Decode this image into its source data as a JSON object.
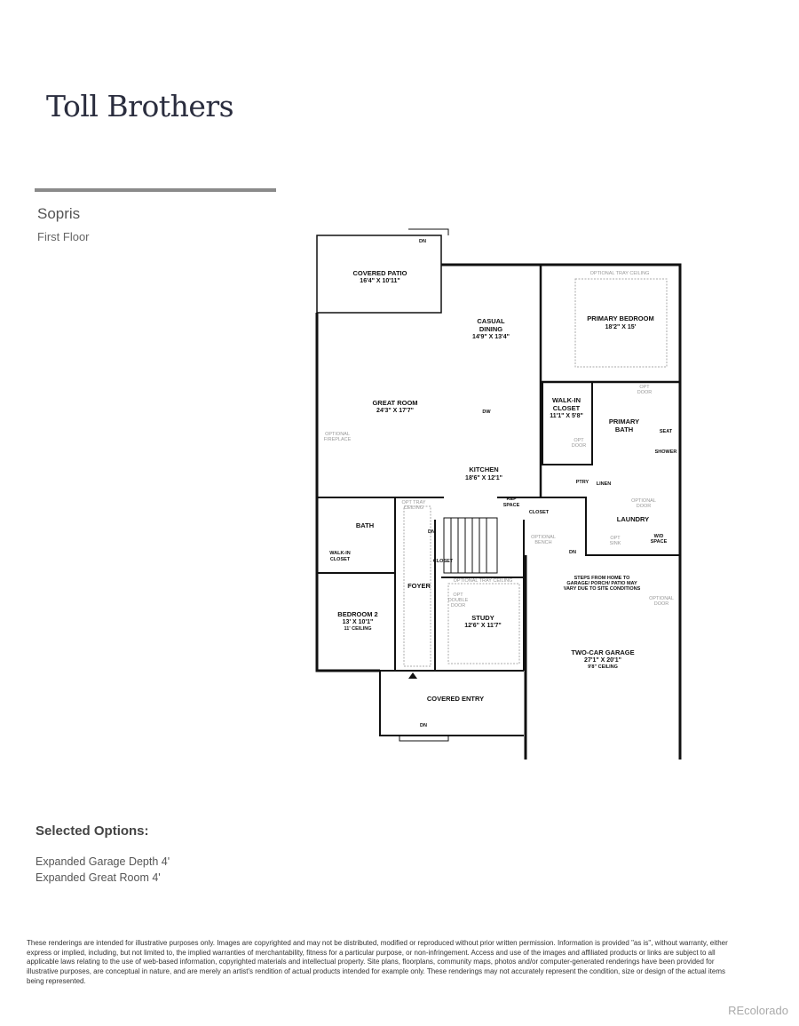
{
  "header": {
    "logo": "Toll Brothers",
    "plan_name": "Sopris",
    "floor": "First Floor"
  },
  "rooms": [
    {
      "name": "COVERED PATIO",
      "dims": "16'4\" X 10'11\""
    },
    {
      "name": "CASUAL",
      "name2": "DINING",
      "dims": "14'9\" X 13'4\""
    },
    {
      "name": "PRIMARY BEDROOM",
      "dims": "18'2\" X 15'"
    },
    {
      "name": "GREAT ROOM",
      "dims": "24'3\" X 17'7\""
    },
    {
      "name": "WALK-IN",
      "name2": "CLOSET",
      "dims": "11'1\" X 5'8\""
    },
    {
      "name": "PRIMARY",
      "name2": "BATH"
    },
    {
      "name": "KITCHEN",
      "dims": "18'6\" X 12'1\""
    },
    {
      "name": "BATH"
    },
    {
      "name": "WALK-IN",
      "name2": "CLOSET"
    },
    {
      "name": "FOYER"
    },
    {
      "name": "CLOSET"
    },
    {
      "name": "CLOSET"
    },
    {
      "name": "LAUNDRY"
    },
    {
      "name": "BEDROOM 2",
      "dims": "13' X 10'1\"",
      "note": "11' CEILING"
    },
    {
      "name": "STUDY",
      "dims": "12'6\" X 11'7\""
    },
    {
      "name": "TWO-CAR GARAGE",
      "dims": "27'1\" X 20'1\"",
      "note": "9'8\" CEILING"
    },
    {
      "name": "COVERED ENTRY"
    },
    {
      "name": "PTRY"
    },
    {
      "name": "LINEN"
    }
  ],
  "annotations": {
    "dn": "DN",
    "dw": "DW",
    "seat": "SEAT",
    "shower": "SHOWER",
    "opt_tray_top": "OPTIONAL TRAY CEILING",
    "opt_door": "OPT",
    "opt_door2": "DOOR",
    "opt_fireplace": "OPTIONAL",
    "opt_fireplace2": "FIREPLACE",
    "opt_tray_foyer": "OPT TRAY",
    "opt_tray_foyer2": "CEILING",
    "ref": "REF",
    "ref2": "SPACE",
    "opt_bench": "OPTIONAL",
    "opt_bench2": "BENCH",
    "opt_laundry_door": "OPTIONAL",
    "opt_laundry_door2": "DOOR",
    "opt_sink": "OPT",
    "opt_sink2": "SINK",
    "wd": "W/D",
    "wd2": "SPACE",
    "study_tray": "OPTIONAL TRAY CEILING",
    "opt_double": "OPT",
    "opt_double2": "DOUBLE",
    "opt_double3": "DOOR",
    "steps1": "STEPS FROM HOME TO",
    "steps2": "GARAGE/ PORCH/ PATIO MAY",
    "steps3": "VARY DUE TO SITE CONDITIONS",
    "garage_door": "OPTIONAL",
    "garage_door2": "DOOR"
  },
  "selected_options": {
    "title": "Selected Options:",
    "items": [
      "Expanded Garage Depth 4'",
      "Expanded Great Room 4'"
    ]
  },
  "disclaimer": "These renderings are intended for illustrative purposes only. Images are copyrighted and may not be distributed, modified or reproduced without prior written permission. Information is provided \"as is\", without warranty, either express or implied, including, but not limited to, the implied warranties of merchantability, fitness for a particular purpose, or non-infringement. Access and use of the images and affiliated products or links are subject to all applicable laws relating to the use of web-based information, copyrighted materials and intellectual property. Site plans, floorplans, community maps, photos and/or computer-generated renderings have been provided for illustrative purposes, are conceptual in nature, and are merely an artist's rendition of actual products intended for example only. These renderings may not accurately represent the condition, size or design of the actual items being represented.",
  "watermark": "REcolorado"
}
